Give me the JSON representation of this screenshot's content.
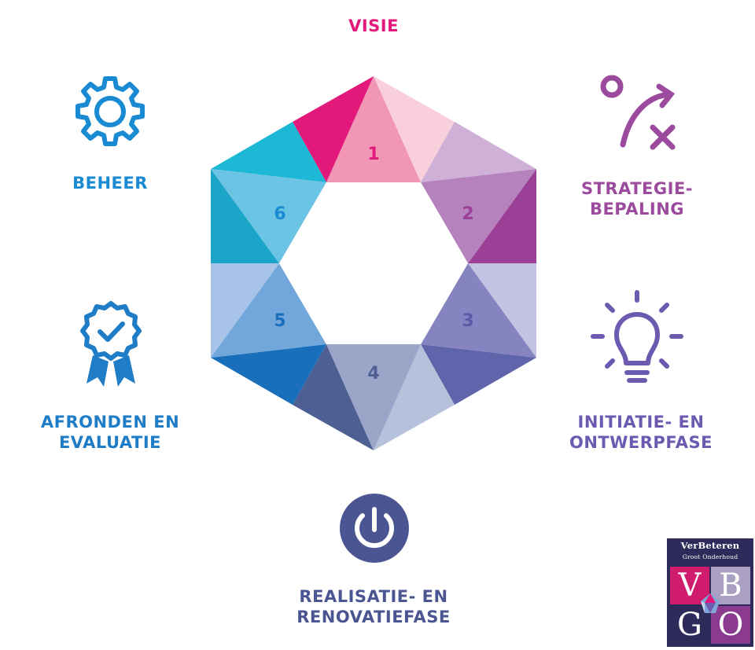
{
  "labels": {
    "visie": "VISIE",
    "beheer": "BEHEER",
    "strategie_line1": "STRATEGIE-",
    "strategie_line2": "BEPALING",
    "initiatie_line1": "INITIATIE- EN",
    "initiatie_line2": "ONTWERPFASE",
    "realisatie_line1": "REALISATIE- EN",
    "realisatie_line2": "RENOVATIEFASE",
    "afronden_line1": "AFRONDEN EN",
    "afronden_line2": "EVALUATIE"
  },
  "hexagon": {
    "numbers": [
      "1",
      "2",
      "3",
      "4",
      "5",
      "6"
    ]
  },
  "icons": {
    "beheer": "gear-icon",
    "strategie": "strategy-play-icon",
    "initiatie": "lightbulb-icon",
    "realisatie": "power-icon",
    "afronden": "award-ribbon-icon"
  },
  "logo": {
    "brand": "VerBeteren",
    "subtitle": "Groot Onderhoud",
    "letters": [
      "V",
      "B",
      "G",
      "O"
    ]
  },
  "colors": {
    "visie": "#e2187a",
    "beheer": "#1a8bd2",
    "strategie": "#9c4a9e",
    "initiatie": "#6b5ab0",
    "realisatie": "#4a5591",
    "afronden": "#1f7cc6"
  }
}
